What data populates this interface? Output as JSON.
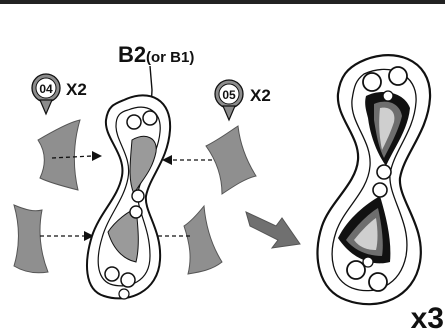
{
  "part_label": {
    "main": "B2",
    "alt": "(or B1)"
  },
  "left_piece": {
    "number": "04",
    "qty": "X2"
  },
  "right_piece": {
    "number": "05",
    "qty": "X2"
  },
  "multiplier": "x3",
  "colors": {
    "outline": "#111111",
    "piece_gray": "#9a9a9a",
    "piece_dark": "#6e6e6e",
    "badge": "#8c8c8c",
    "arrow": "#707070",
    "top_border": "#222222"
  },
  "icons": {
    "left_part_cluster": "curved-fin-icon",
    "right_part_cluster": "curved-fin-icon",
    "assembly_arrow": "right-arrow-icon",
    "finished_part": "figure-eight-part-icon"
  }
}
